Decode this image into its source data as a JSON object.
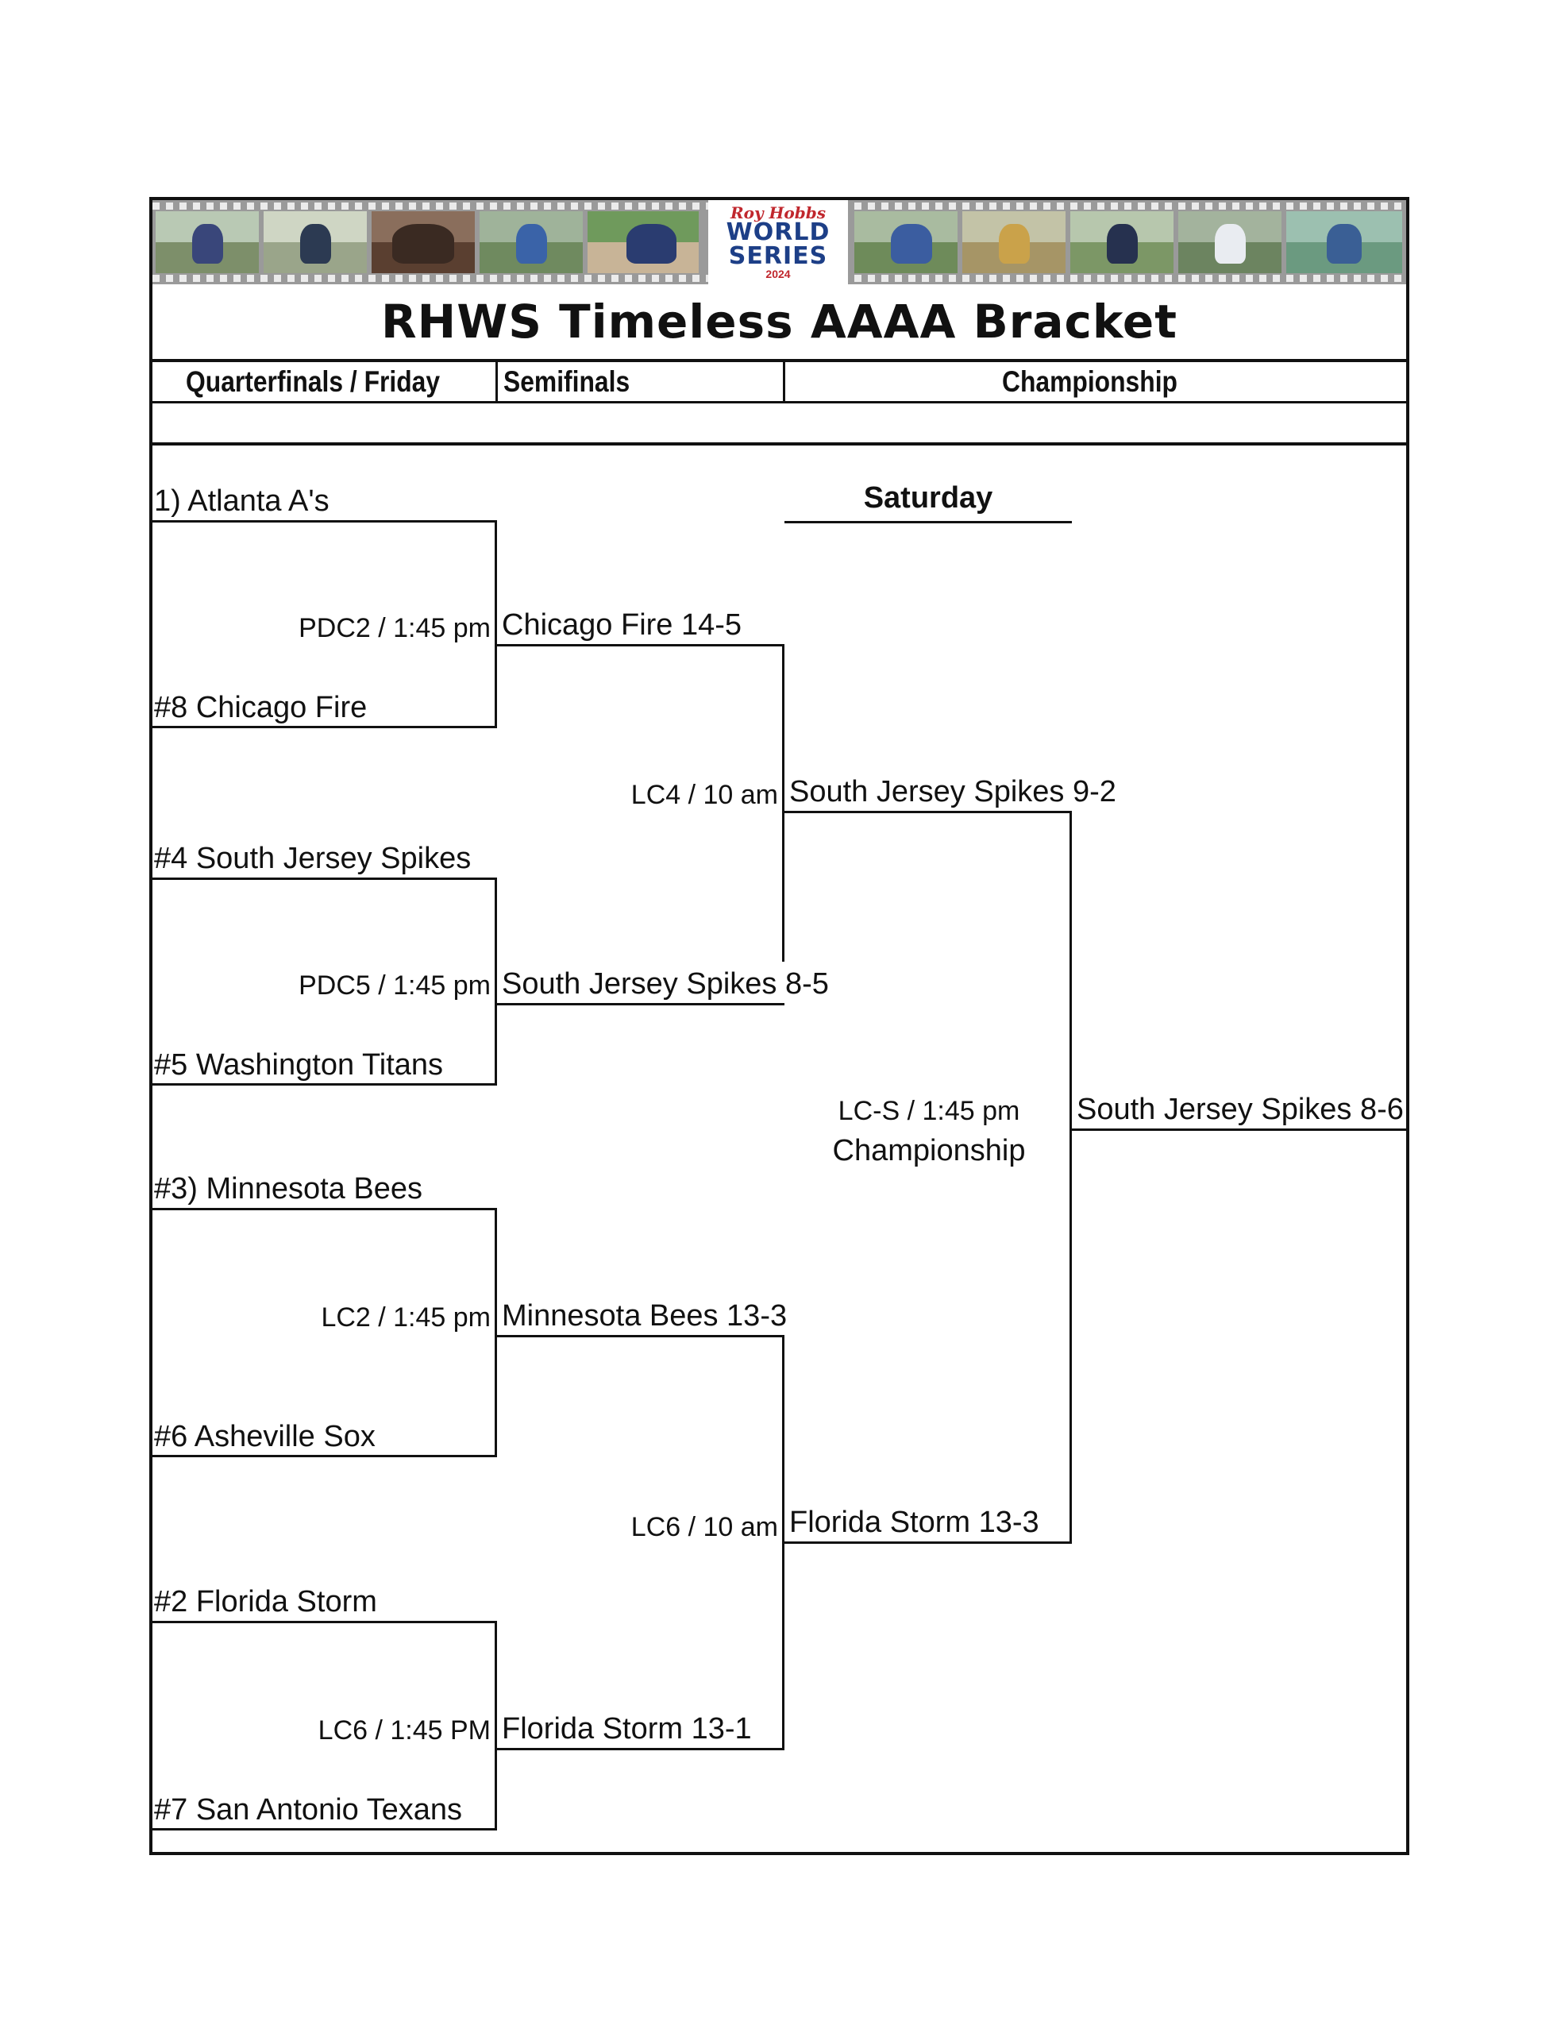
{
  "banner": {
    "logo_script": "Roy Hobbs",
    "logo_line1": "WORLD",
    "logo_line2": "SERIES",
    "logo_year": "2024"
  },
  "title": "RHWS Timeless AAAA Bracket",
  "headers": {
    "quarterfinals": "Quarterfinals / Friday",
    "semifinals": "Semifinals",
    "championship": "Championship"
  },
  "saturday_label": "Saturday",
  "quarterfinals": [
    {
      "top": "1) Atlanta A's",
      "bottom": "#8 Chicago Fire",
      "game": "PDC2 / 1:45 pm"
    },
    {
      "top": "#4 South Jersey Spikes",
      "bottom": "#5 Washington Titans",
      "game": "PDC5 / 1:45 pm"
    },
    {
      "top": "#3) Minnesota Bees",
      "bottom": "#6 Asheville Sox",
      "game": "LC2 / 1:45 pm"
    },
    {
      "top": "#2 Florida Storm",
      "bottom": "#7 San Antonio Texans",
      "game": "LC6 / 1:45 PM"
    }
  ],
  "semifinals": [
    {
      "top": "Chicago Fire 14-5",
      "bottom": "South Jersey Spikes 8-5",
      "game": "LC4 / 10 am"
    },
    {
      "top": "Minnesota Bees 13-3",
      "bottom": "Florida Storm 13-1",
      "game": "LC6 / 10 am"
    }
  ],
  "final": {
    "top": "South Jersey Spikes 9-2",
    "bottom": "Florida Storm 13-3",
    "game": "LC-S / 1:45 pm",
    "game_name": "Championship",
    "champion": "South Jersey Spikes 8-6"
  }
}
